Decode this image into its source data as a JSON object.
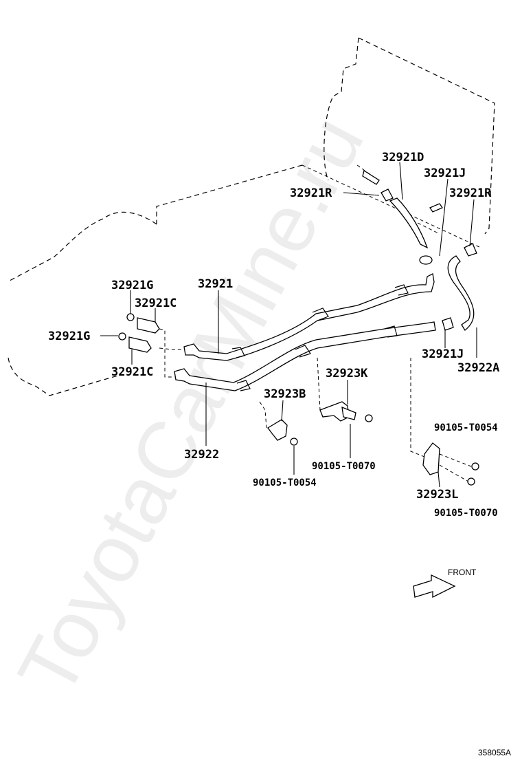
{
  "diagram": {
    "watermark": "ToyotaCarMine.ru",
    "front_label": "FRONT",
    "figure_code": "358055A"
  },
  "parts": {
    "p_32921D": "32921D",
    "p_32921J_top": "32921J",
    "p_32921R_left": "32921R",
    "p_32921R_right": "32921R",
    "p_32921G_top": "32921G",
    "p_32921": "32921",
    "p_32921C_top": "32921C",
    "p_32921G_left": "32921G",
    "p_32921C_bottom": "32921C",
    "p_32921J_bottom": "32921J",
    "p_32922A": "32922A",
    "p_32923K": "32923K",
    "p_32923B": "32923B",
    "p_32922": "32922",
    "p_90105_T0070_mid": "90105-T0070",
    "p_90105_T0054_left": "90105-T0054",
    "p_90105_T0054_right": "90105-T0054",
    "p_32923L": "32923L",
    "p_90105_T0070_right": "90105-T0070"
  }
}
